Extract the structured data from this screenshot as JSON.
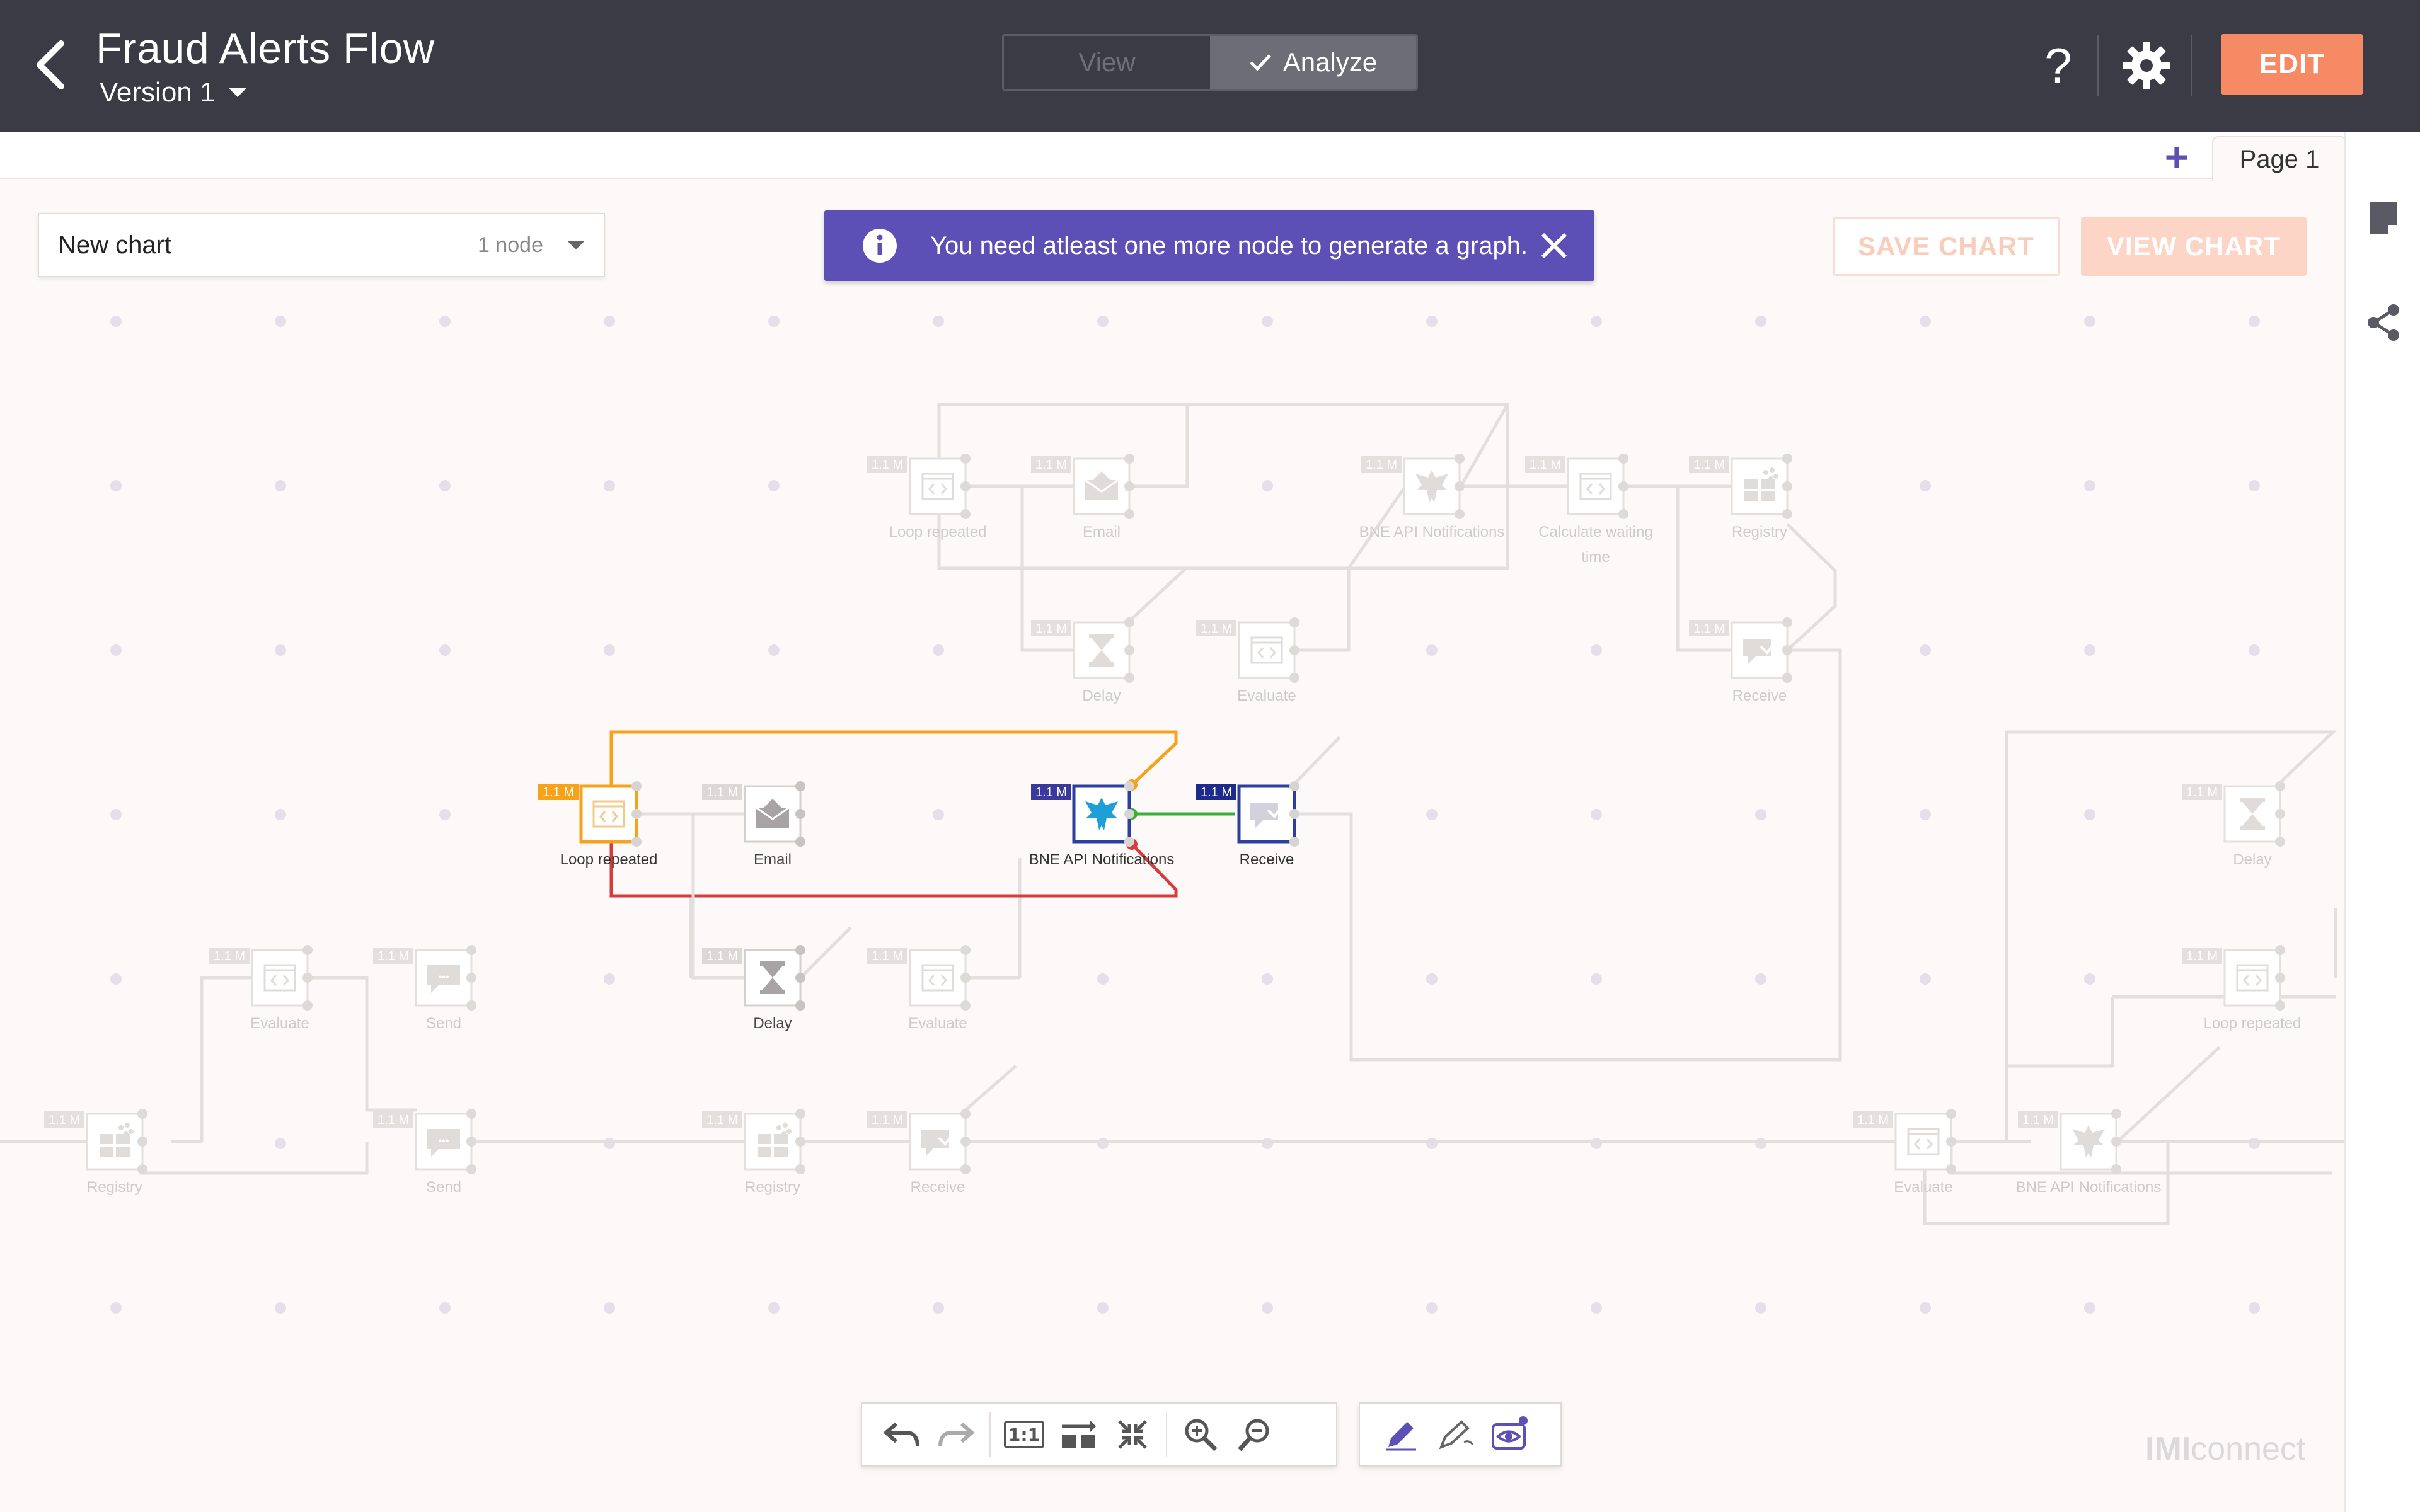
{
  "header": {
    "title": "Fraud Alerts Flow",
    "version": "Version 1",
    "modes": {
      "view": "View",
      "analyze": "Analyze"
    },
    "help_label": "?",
    "edit_label": "EDIT"
  },
  "pages": {
    "add_label": "+",
    "tabs": [
      "Page 1"
    ]
  },
  "chart_bar": {
    "selected_chart": "New chart",
    "node_count": "1 node",
    "alert_message": "You need atleast one more node to generate a graph.",
    "save_label": "SAVE CHART",
    "view_label": "VIEW CHART"
  },
  "nodes": [
    {
      "label": "Loop repeated",
      "count": "1.1 M",
      "icon": "code-icon",
      "state": "faded"
    },
    {
      "label": "Email",
      "count": "1.1 M",
      "icon": "email-icon",
      "state": "faded"
    },
    {
      "label": "BNE API Notifications",
      "count": "1.1 M",
      "icon": "eagle-icon",
      "state": "faded"
    },
    {
      "label": "Calculate waiting",
      "label2": "time",
      "count": "1.1 M",
      "icon": "code-icon",
      "state": "faded"
    },
    {
      "label": "Registry",
      "count": "1.1 M",
      "icon": "registry-icon",
      "state": "faded"
    },
    {
      "label": "Delay",
      "count": "1.1 M",
      "icon": "hourglass-icon",
      "state": "faded"
    },
    {
      "label": "Evaluate",
      "count": "1.1 M",
      "icon": "code-icon",
      "state": "faded"
    },
    {
      "label": "Receive",
      "count": "1.1 M",
      "icon": "receive-icon",
      "state": "faded"
    },
    {
      "label": "Loop repeated",
      "count": "1.1 M",
      "icon": "code-icon",
      "state": "selected-orange"
    },
    {
      "label": "Email",
      "count": "1.1 M",
      "icon": "email-icon",
      "state": "mid"
    },
    {
      "label": "BNE API Notifications",
      "count": "1.1 M",
      "icon": "eagle-icon",
      "state": "selected-blue"
    },
    {
      "label": "Receive",
      "count": "1.1 M",
      "icon": "receive-icon",
      "state": "selected-navy"
    },
    {
      "label": "Delay",
      "count": "1.1 M",
      "icon": "hourglass-icon",
      "state": "faded"
    },
    {
      "label": "Delay",
      "count": "1.1 M",
      "icon": "hourglass-icon",
      "state": "mid"
    },
    {
      "label": "Evaluate",
      "count": "1.1 M",
      "icon": "code-icon",
      "state": "faded"
    },
    {
      "label": "Evaluate",
      "count": "1.1 M",
      "icon": "code-icon",
      "state": "faded"
    },
    {
      "label": "Send",
      "count": "1.1 M",
      "icon": "sms-icon",
      "state": "faded"
    },
    {
      "label": "Loop repeated",
      "count": "1.1 M",
      "icon": "code-icon",
      "state": "faded"
    },
    {
      "label": "Registry",
      "count": "1.1 M",
      "icon": "registry-icon",
      "state": "faded"
    },
    {
      "label": "Send",
      "count": "1.1 M",
      "icon": "sms-icon",
      "state": "faded"
    },
    {
      "label": "Registry",
      "count": "1.1 M",
      "icon": "registry-icon",
      "state": "faded"
    },
    {
      "label": "Receive",
      "count": "1.1 M",
      "icon": "receive-icon",
      "state": "faded"
    },
    {
      "label": "Evaluate",
      "count": "1.1 M",
      "icon": "code-icon",
      "state": "faded"
    },
    {
      "label": "BNE API Notifications",
      "count": "1.1 M",
      "icon": "eagle-icon",
      "state": "faded"
    }
  ],
  "toolbar": {
    "one_to_one": "1:1",
    "tools": [
      "undo-icon",
      "redo-icon",
      "fit-1-1-icon",
      "arrange-icon",
      "collapse-icon",
      "zoom-in-icon",
      "zoom-out-icon",
      "pencil-icon",
      "pen-icon",
      "eye-icon"
    ]
  },
  "brand": {
    "bold": "IMI",
    "light": "connect"
  },
  "colors": {
    "header_bg": "#3a3b44",
    "accent_orange": "#f58a64",
    "alert_purple": "#5c4fb5",
    "flow_orange": "#f7a21b",
    "flow_green": "#3cae3a",
    "flow_red": "#d73b3b",
    "flow_blue": "#2c3e9e"
  }
}
